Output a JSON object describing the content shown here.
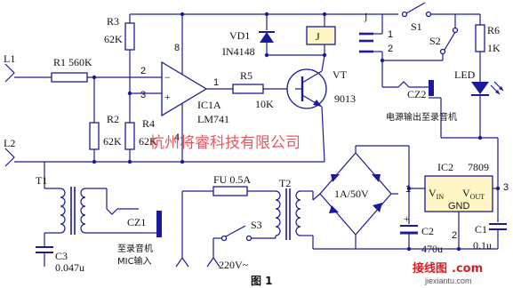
{
  "terminals": {
    "l1": "L1",
    "l2": "L2"
  },
  "resistors": {
    "r1": "R1  560K",
    "r2": "R2",
    "r2_val": "62K",
    "r3": "R3",
    "r3_val": "62K",
    "r4": "R4",
    "r4_val": "62K",
    "r5": "R5",
    "r5_val": "10K",
    "r6": "R6",
    "r6_val": "1K"
  },
  "opamp": {
    "name": "IC1A",
    "part": "LM741",
    "pin2": "2",
    "pin3": "3",
    "pin1": "1",
    "pin8": "8",
    "pin4": "4",
    "minus": "−",
    "plus": "+"
  },
  "diode": {
    "name": "VD1",
    "part": "IN4148"
  },
  "relay": {
    "coil": "J",
    "contact": "j",
    "c1": "1",
    "c2": "2"
  },
  "transistor": {
    "name": "VT",
    "part": "9013"
  },
  "switches": {
    "s1": "S1",
    "s2": "S2",
    "s3": "S3"
  },
  "led": {
    "label": "LED"
  },
  "sockets": {
    "cz2": "CZ2",
    "cz2_note": "电源输出至录音机",
    "cz1": "CZ1",
    "cz1_note1": "至录音机",
    "cz1_note2": "MIC输入"
  },
  "transformers": {
    "t1": "T1",
    "t2": "T2"
  },
  "caps": {
    "c3": "C3",
    "c3_val": "0.047u",
    "c2": "C2",
    "c2_val": "470u",
    "c1": "C1",
    "c1_val": "0.1u"
  },
  "fuse": {
    "label": "FU  0.5A"
  },
  "bridge": {
    "label": "1A/50V"
  },
  "mains": {
    "label": "220V~"
  },
  "regulator": {
    "name": "IC2",
    "part": "7809",
    "vin": "V",
    "vin_sub": "IN",
    "vout": "V",
    "vout_sub": "OUT",
    "gnd": "GND",
    "pin1": "1",
    "pin2": "2",
    "pin3": "3"
  },
  "figure": {
    "caption": "图  1"
  },
  "watermark": {
    "text": "杭州将睿科技有限公司"
  },
  "logo": {
    "cn": "接线图",
    "com": ".com",
    "url": "jiexiantu.com"
  },
  "colors": {
    "wire": "#1a1a9a",
    "watermark": "#e0202a",
    "logo": "#d81e24"
  }
}
